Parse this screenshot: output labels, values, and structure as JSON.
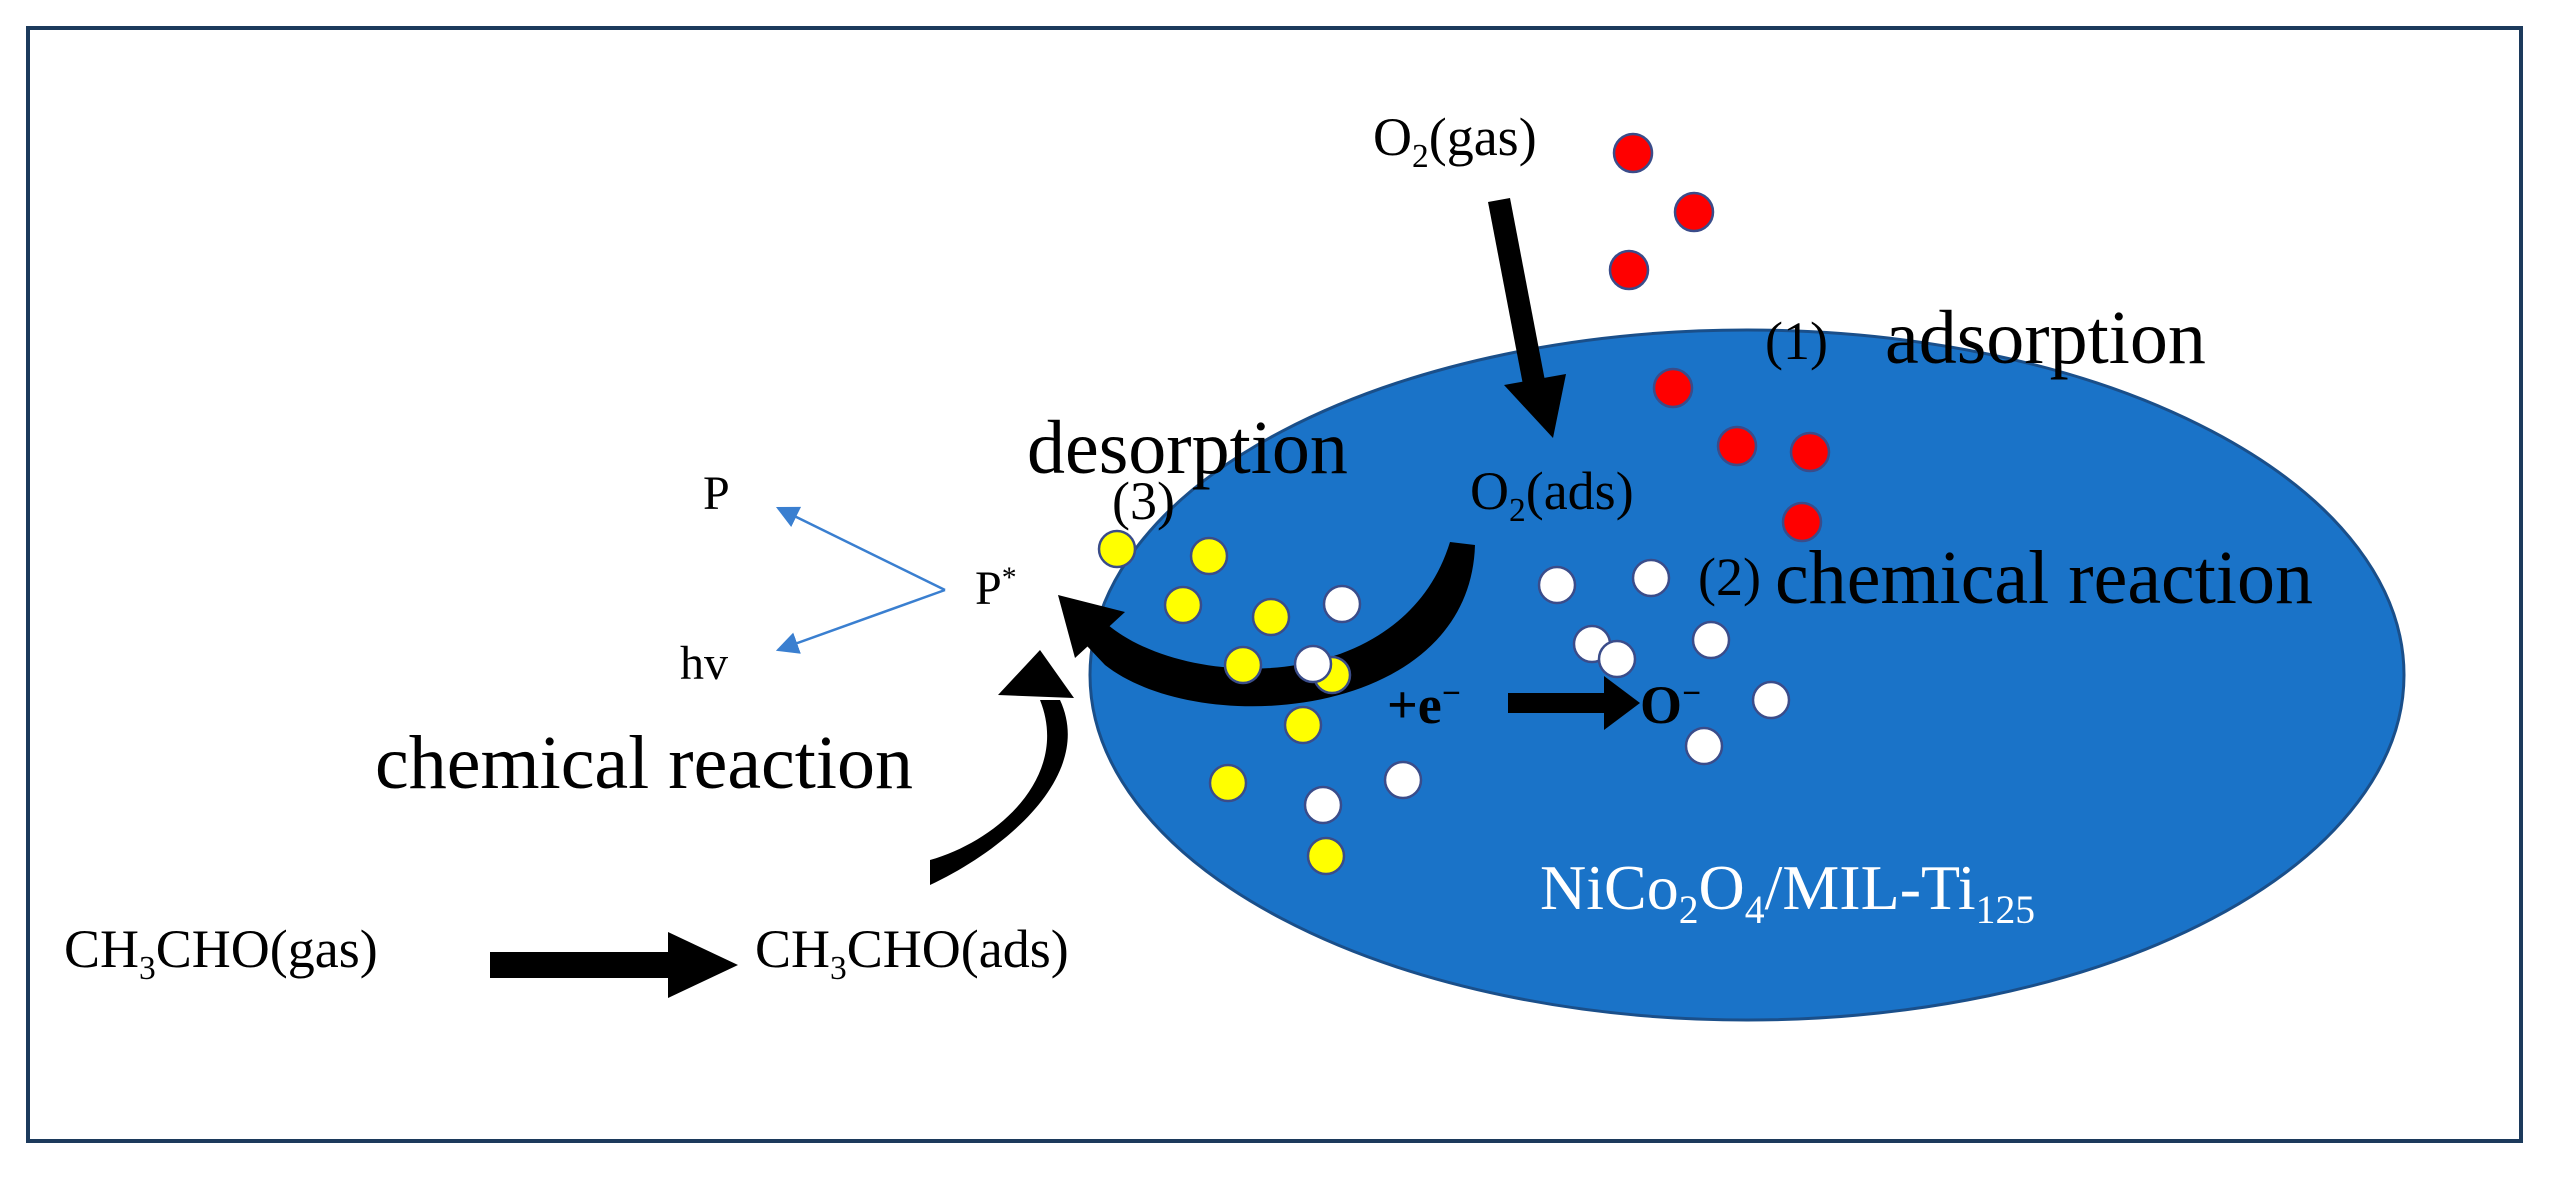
{
  "labels": {
    "o2_gas": {
      "base": "O",
      "sub": "2",
      "rest": "(gas)"
    },
    "o2_ads": {
      "base": "O",
      "sub": "2",
      "rest": "(ads)"
    },
    "step1": "(1)",
    "adsorption": "adsorption",
    "step2": "(2)",
    "chem_reaction_right": "chemical reaction",
    "step3": "(3)",
    "desorption": "desorption",
    "chem_reaction_left": "chemical reaction",
    "p": "P",
    "p_star": {
      "base": "P",
      "sup": "*"
    },
    "hv": "hv",
    "electron": {
      "base": "+e",
      "sup": "−"
    },
    "o_minus": {
      "base": "O",
      "sup": "−"
    },
    "catalyst": {
      "part1": "NiCo",
      "sub1": "2",
      "part2": "O",
      "sub2": "4",
      "part3": "/MIL-Ti",
      "sub3": "125"
    },
    "ch3cho_gas": {
      "part1": "CH",
      "sub1": "3",
      "part2": "CHO(gas)"
    },
    "ch3cho_ads": {
      "part1": "CH",
      "sub1": "3",
      "part2": "CHO(ads)"
    }
  },
  "colors": {
    "catalyst_fill": "#1a73c8",
    "o2_particle": "#ff0000",
    "product_particle": "#ffff00",
    "o_minus_particle": "#ffffff",
    "thin_arrow": "#3a7fd0",
    "frame": "#1c3a5c"
  }
}
